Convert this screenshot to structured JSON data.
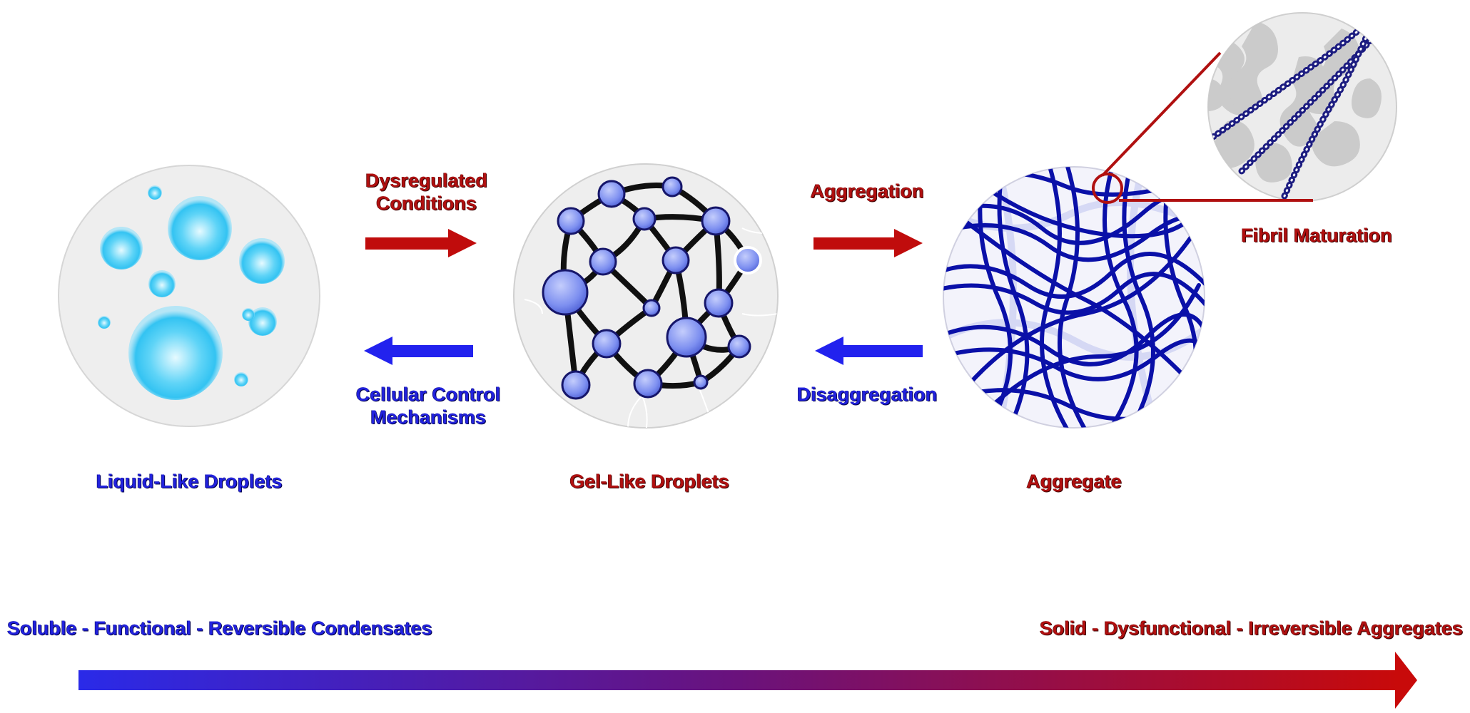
{
  "stages": {
    "liquid": {
      "label": "Liquid-Like Droplets"
    },
    "gel": {
      "label": "Gel-Like Droplets"
    },
    "aggregate": {
      "label": "Aggregate"
    }
  },
  "transitions": {
    "dysregulated": {
      "line1": "Dysregulated",
      "line2": "Conditions"
    },
    "cellular_control": {
      "line1": "Cellular Control",
      "line2": "Mechanisms"
    },
    "aggregation": {
      "label": "Aggregation"
    },
    "disaggregation": {
      "label": "Disaggregation"
    }
  },
  "inset": {
    "label": "Fibril Maturation"
  },
  "spectrum": {
    "left": "Soluble - Functional - Reversible Condensates",
    "right": "Solid - Dysfunctional - Irreversible Aggregates"
  },
  "colors": {
    "red": "#b01010",
    "blue": "#2222dd",
    "droplet": "#3cc8f4",
    "gel_node": "#7b8ff0",
    "fibril": "#0a10a8"
  }
}
